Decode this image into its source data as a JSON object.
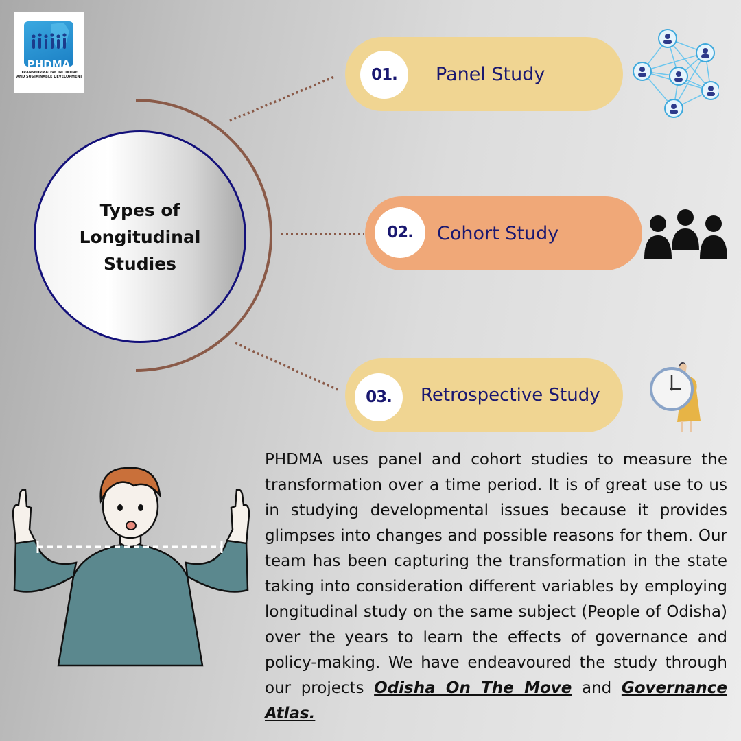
{
  "logo": {
    "name": "PHDMA",
    "tagline": "TRANSFORMATIVE INITIATIVE AND SUSTAINABLE DEVELOPMENT"
  },
  "center": {
    "title": "Types of Longitudinal Studies"
  },
  "studies": [
    {
      "number": "01.",
      "label": "Panel Study",
      "icon": "network-people-icon"
    },
    {
      "number": "02.",
      "label": "Cohort Study",
      "icon": "group-people-icon"
    },
    {
      "number": "03.",
      "label": "Retrospective Study",
      "icon": "clock-person-icon"
    }
  ],
  "paragraph": {
    "text": "PHDMA uses panel and cohort studies to measure the transformation over a time period. It is of great use to us in studying developmental issues because it provides glimpses into changes and possible reasons for them. Our team has been capturing the transformation in the state taking into consideration different variables by employing longitudinal study on the same subject (People of Odisha) over the years to learn the effects of governance and policy-making. We have endeavoured the study through our projects",
    "link1": "Odisha On The Move",
    "connector": "and",
    "link2": "Governance Atlas."
  },
  "colors": {
    "navy": "#13107a",
    "pill_yellow": "#f0d592",
    "pill_orange": "#f0a878",
    "arc_brown": "#8a5a48"
  }
}
